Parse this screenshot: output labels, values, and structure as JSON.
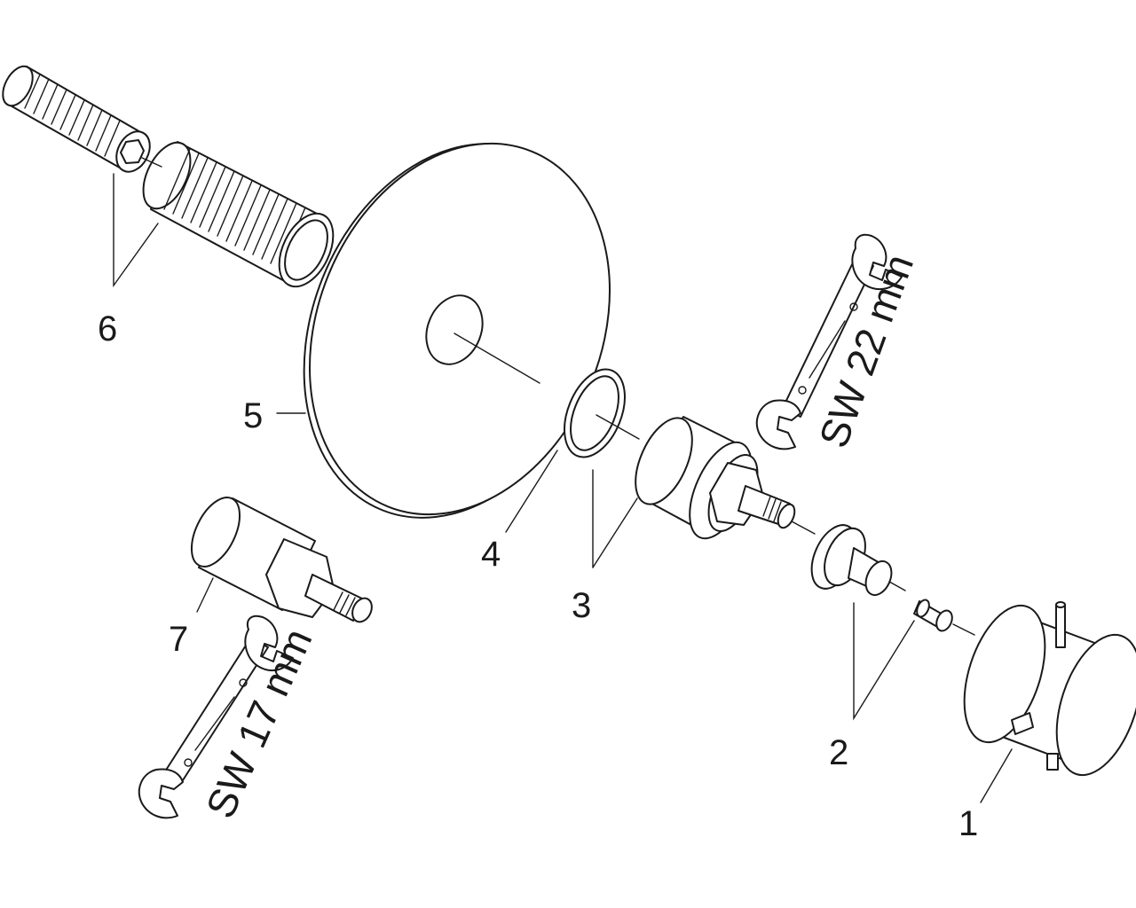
{
  "callouts": [
    {
      "id": "1",
      "label": "1"
    },
    {
      "id": "2",
      "label": "2"
    },
    {
      "id": "3",
      "label": "3"
    },
    {
      "id": "4",
      "label": "4"
    },
    {
      "id": "5",
      "label": "5"
    },
    {
      "id": "6",
      "label": "6"
    },
    {
      "id": "7",
      "label": "7"
    }
  ],
  "wrenches": {
    "large": {
      "label": "SW 22 mm"
    },
    "small": {
      "label": "SW 17 mm"
    }
  },
  "colors": {
    "line": "#1a1a1a",
    "background": "#ffffff"
  }
}
